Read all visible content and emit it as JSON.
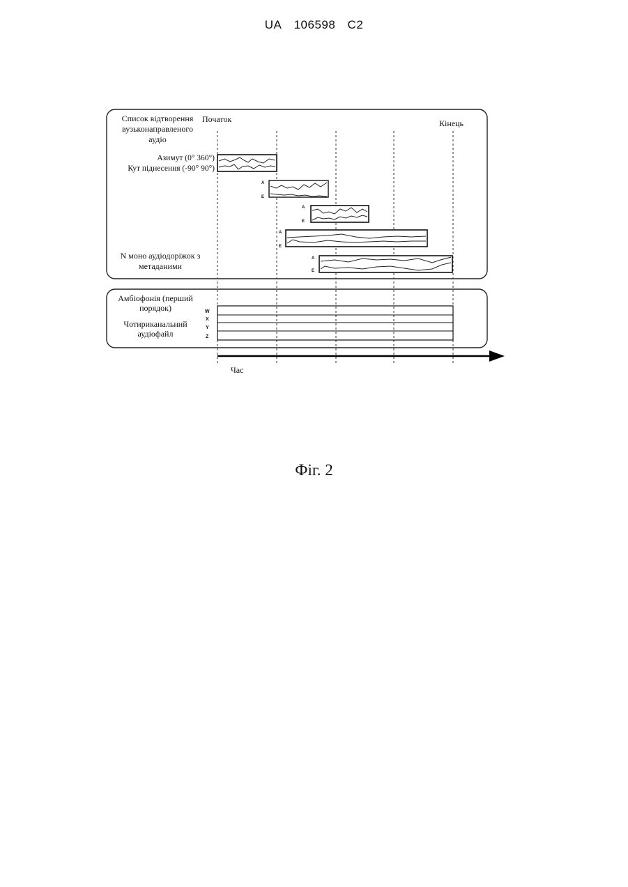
{
  "header": {
    "country": "UA",
    "patent_number": "106598",
    "kind_code": "C2"
  },
  "figure": {
    "playlist_label": [
      "Список відтворення",
      "вузьконаправленого",
      "аудіо"
    ],
    "start_label": "Початок",
    "end_label": "Кінець",
    "azimuth_label": "Азимут (0°  360°)",
    "elevation_label": "Кут піднесення (-90°  90°)",
    "letter_a": "A",
    "letter_e": "E",
    "mono_tracks_label": [
      "N моно аудіодоріжок з",
      "метаданими"
    ],
    "ambisonics_label": [
      "Амбіофонія (перший",
      "порядок)"
    ],
    "four_channel_label": [
      "Чотириканальний",
      "аудіофайл"
    ],
    "channels": [
      "W",
      "X",
      "Y",
      "Z"
    ],
    "time_label": "Час"
  },
  "caption": "Фіг. 2"
}
